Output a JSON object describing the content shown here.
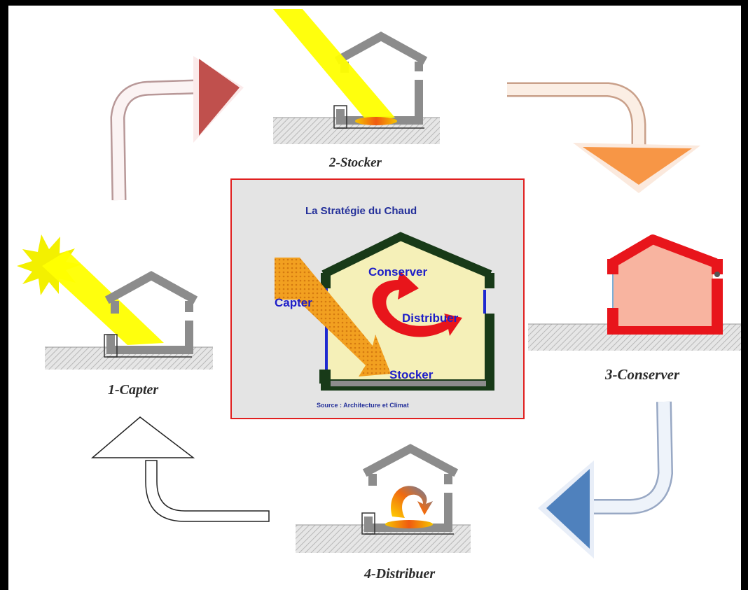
{
  "stages": {
    "capter": "1-Capter",
    "stocker": "2-Stocker",
    "conserver": "3-Conserver",
    "distribuer": "4-Distribuer"
  },
  "center": {
    "title": "La Stratégie du Chaud",
    "labels": {
      "conserver": "Conserver",
      "capter": "Capter",
      "distribuer": "Distribuer",
      "stocker": "Stocker"
    },
    "source": "Source : Architecture et Climat"
  },
  "colors": {
    "frame_border": "#e02020",
    "panel_bg": "#e4e4e4",
    "house_gray": "#8c8c8c",
    "sun_yellow": "#ffff00",
    "arrow_red": "#c0504d",
    "arrow_orange": "#f79646",
    "arrow_blue": "#4f81bd",
    "conserver_red": "#e8151b",
    "conserver_fill": "#f8b4a0",
    "center_label_blue": "#1e1ec8"
  }
}
